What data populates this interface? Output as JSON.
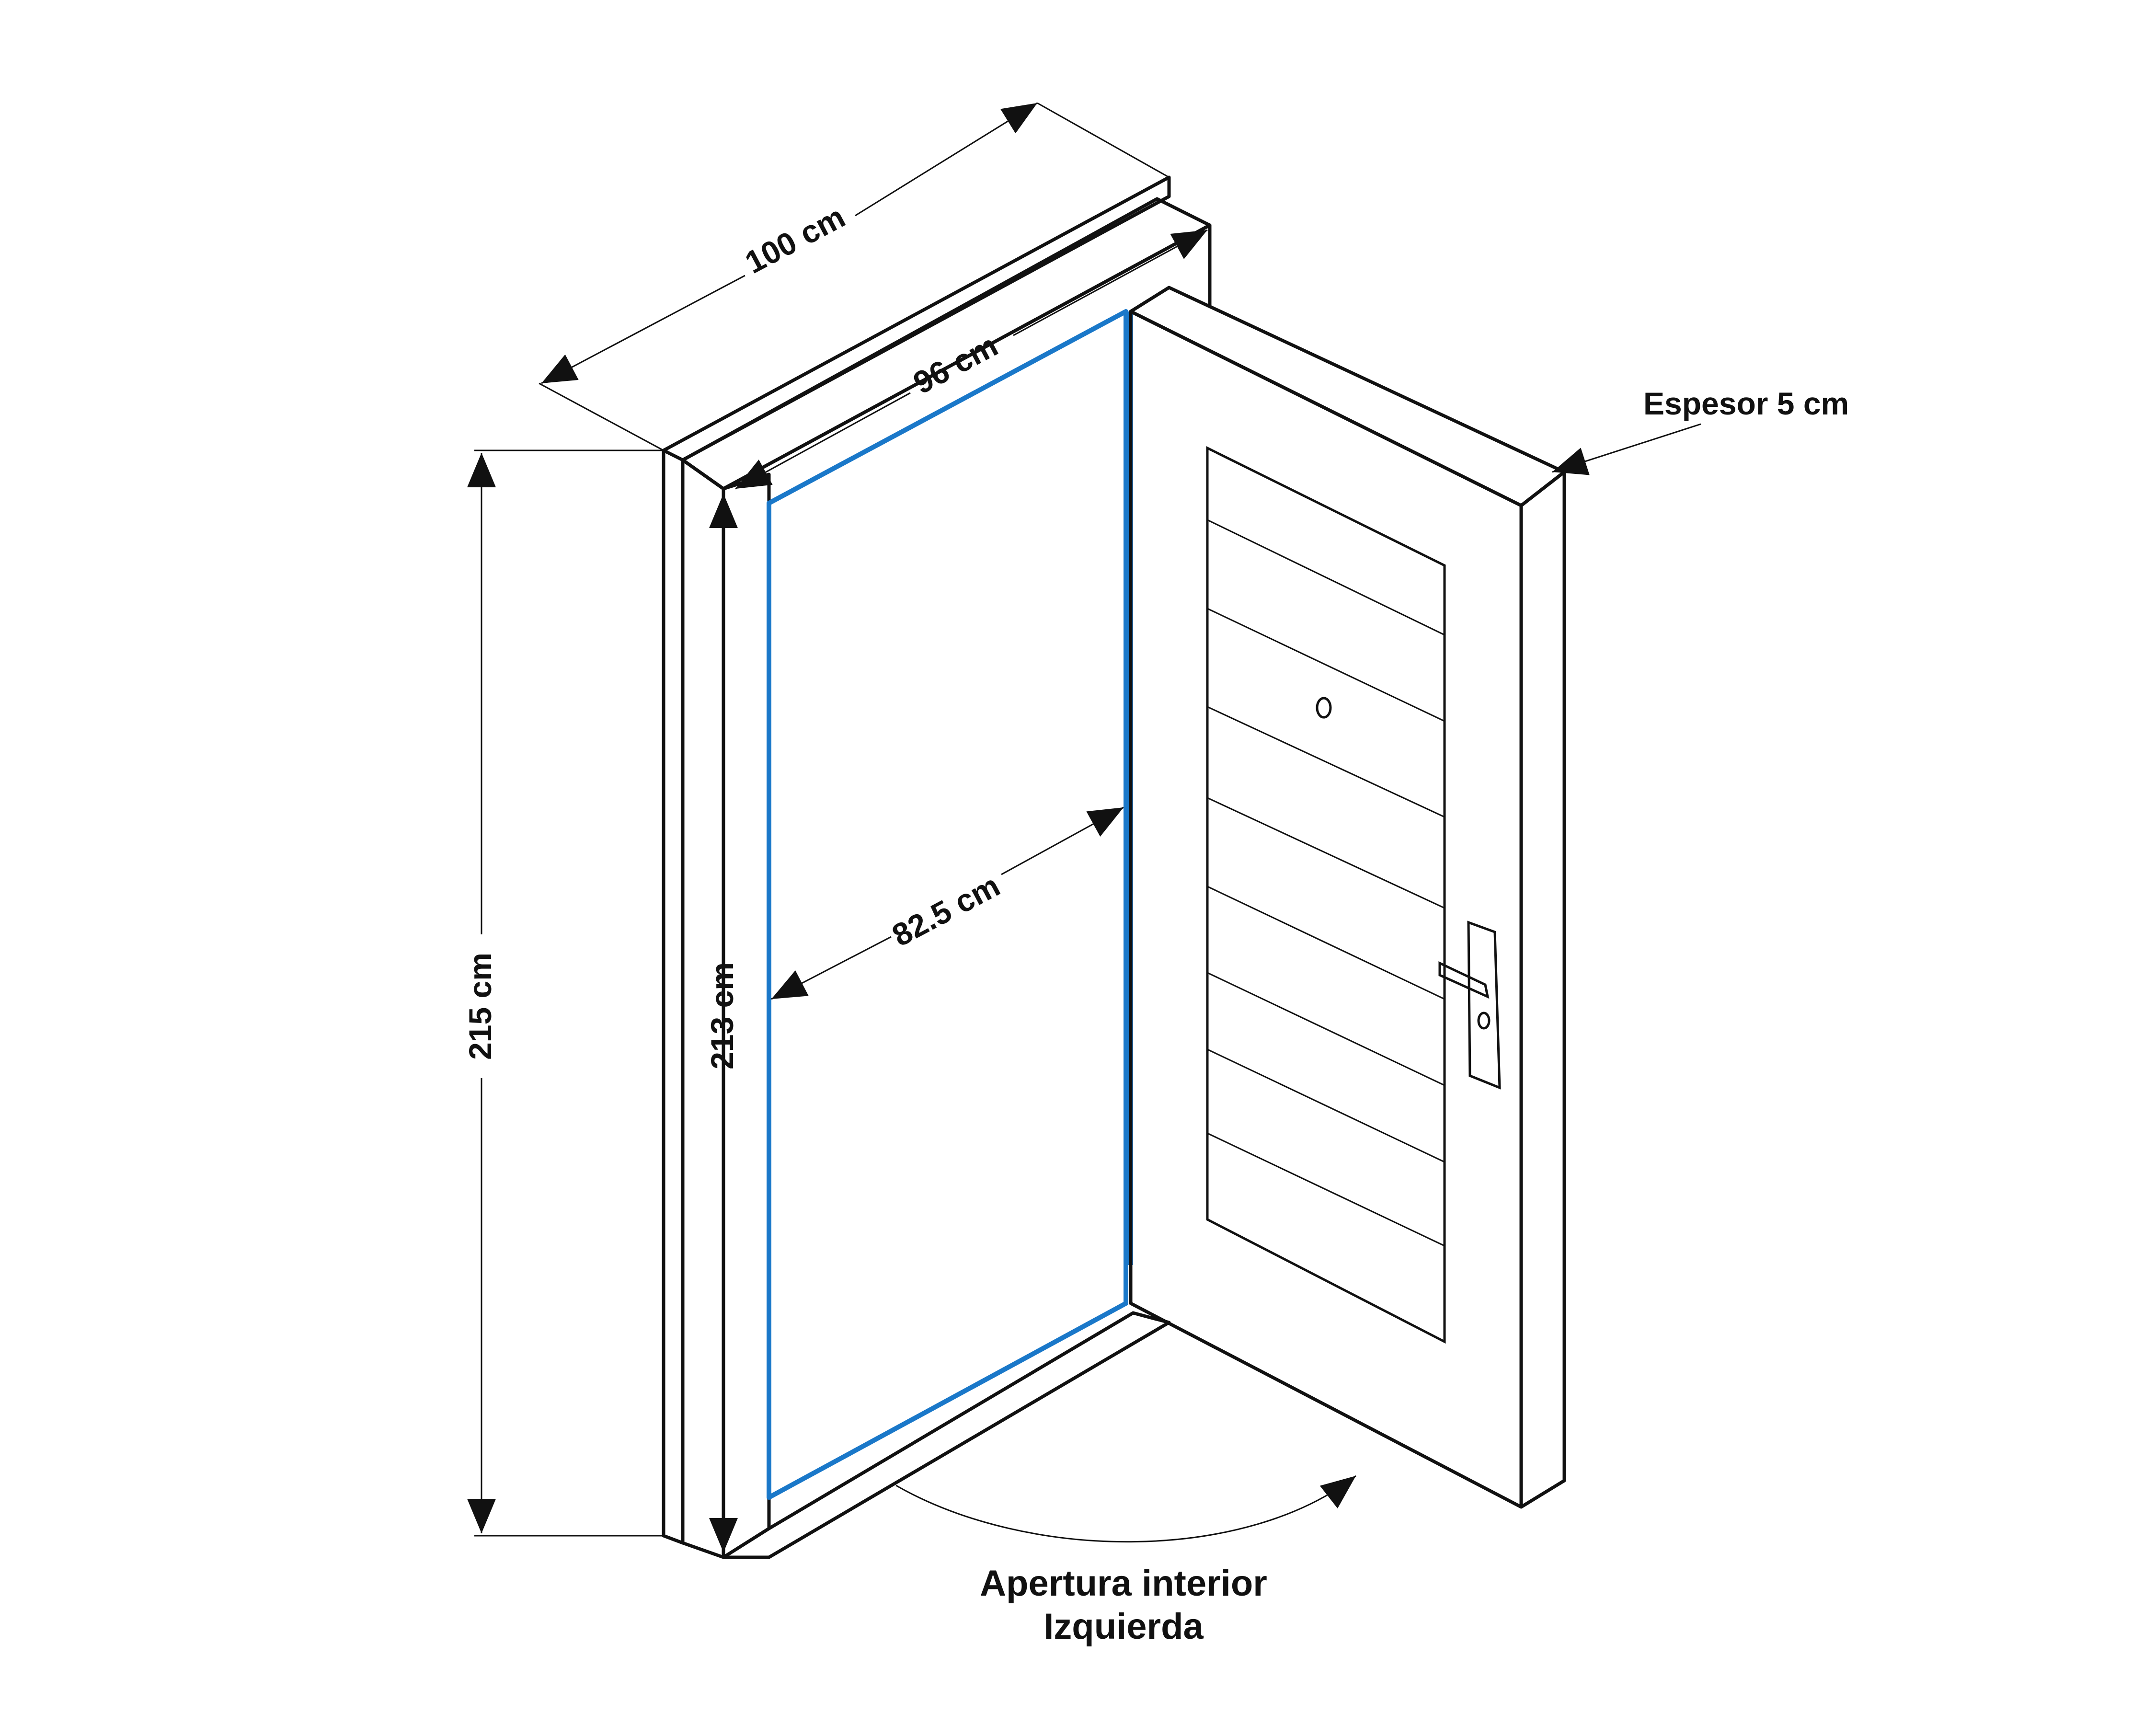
{
  "dimensions": {
    "frame_width": "100 cm",
    "inner_width": "96 cm",
    "frame_height": "215 cm",
    "inner_height": "213 cm",
    "door_leaf_width": "82.5 cm",
    "thickness": "Espesor 5 cm"
  },
  "caption": {
    "line1": "Apertura interior",
    "line2": "Izquierda"
  },
  "colors": {
    "outline": "#111111",
    "opening_highlight": "#1a78c9",
    "background": "#ffffff"
  }
}
